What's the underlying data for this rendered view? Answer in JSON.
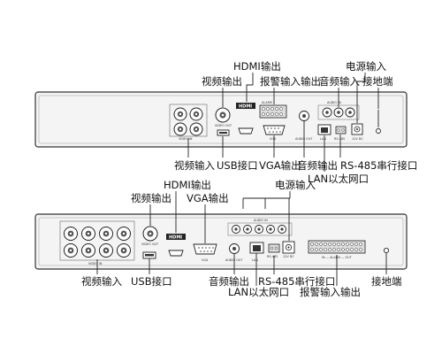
{
  "diagram": {
    "top_device": {
      "labels": {
        "hdmi_out": "HDMI输出",
        "video_out": "视频输出",
        "alarm_io": "报警输入输出",
        "audio_in": "音频输入",
        "power_in": "电源输入",
        "ground": "接地端",
        "video_in": "视频输入",
        "usb": "USB接口",
        "vga_out": "VGA输出",
        "audio_out": "音频输出",
        "rs485": "RS-485串行接口",
        "lan": "LAN以太网口"
      },
      "panel_text": {
        "video_in": "VIDEO IN",
        "video_out": "VIDEO OUT",
        "alarm": "ALARM",
        "audio_in": "AUDIO IN",
        "vga": "VGA",
        "audio_out": "AUDIO OUT",
        "lan": "LAN",
        "rs485": "RS-485",
        "dc": "12V DC"
      }
    },
    "bottom_device": {
      "labels": {
        "hdmi_out": "HDMI输出",
        "video_out": "视频输出",
        "vga_out": "VGA输出",
        "power_in": "电源输入",
        "video_in": "视频输入",
        "usb": "USB接口",
        "audio_out": "音频输出",
        "rs485": "RS-485串行接口",
        "lan": "LAN以太网口",
        "alarm_io": "报警输入输出",
        "ground": "接地端"
      },
      "panel_text": {
        "video_in": "VIDEO IN",
        "video_out": "VIDEO OUT",
        "vga": "VGA",
        "audio_in": "AUDIO IN",
        "audio_out": "AUDIO OUT",
        "lan": "LAN",
        "rs485": "RS-485",
        "dc": "12V DC",
        "alarm": "IN — ALARM — OUT"
      }
    }
  }
}
